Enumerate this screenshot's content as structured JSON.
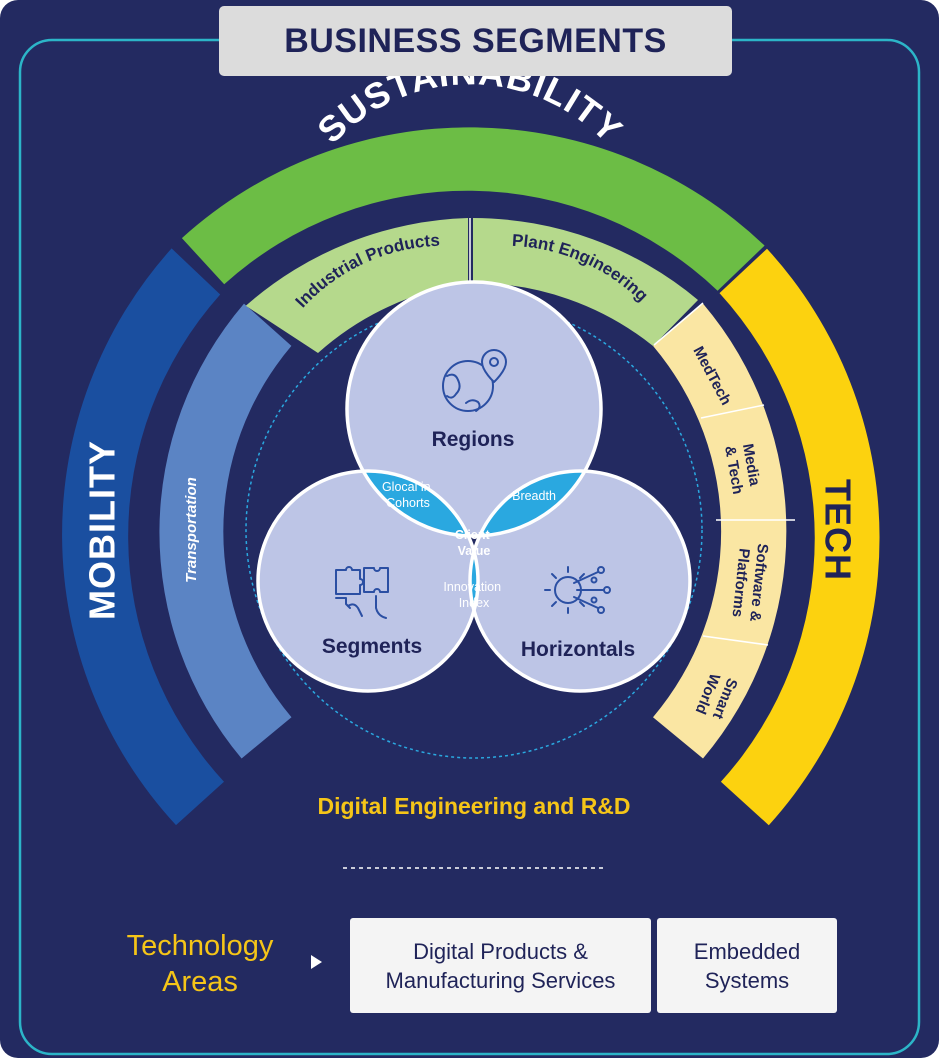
{
  "title": "BUSINESS SEGMENTS",
  "outer_ring": {
    "sustainability": "SUSTAINABILITY",
    "mobility": "MOBILITY",
    "tech": "TECH"
  },
  "inner_ring": {
    "industrial_products": "Industrial Products",
    "plant_engineering": "Plant Engineering",
    "transportation": "Transportation",
    "medtech": "MedTech",
    "media_tech": [
      "Media",
      "& Tech"
    ],
    "software_platforms": [
      "Software &",
      "Platforms"
    ],
    "smart_world": [
      "Smart",
      "World"
    ]
  },
  "venn": {
    "regions": "Regions",
    "segments": "Segments",
    "horizontals": "Horizontals",
    "glocal": [
      "Glocal in",
      "Cohorts"
    ],
    "breadth": "Breadth",
    "innovation": [
      "Innovation",
      "Index"
    ],
    "client_value": [
      "Client",
      "Value"
    ]
  },
  "footer_label": "Digital Engineering and R&D",
  "technology_areas": {
    "label": [
      "Technology",
      "Areas"
    ],
    "items": [
      [
        "Digital Products &",
        "Manufacturing Services"
      ],
      [
        "Embedded",
        "Systems"
      ]
    ]
  },
  "colors": {
    "background": "#232a61",
    "sustainability": "#6cbd45",
    "sustainability_inner": "#b5d98c",
    "mobility": "#1a4fa0",
    "mobility_inner": "#5b84c4",
    "tech": "#fcd20f",
    "tech_inner": "#fae6a3",
    "venn_circle": "#bdc5e6",
    "venn_overlap": "#2aa8e0",
    "venn_center": "#6a65a8",
    "accent_text": "#f5c518"
  },
  "icons": [
    "globe-pin-icon",
    "puzzle-hands-icon",
    "gear-network-icon"
  ]
}
